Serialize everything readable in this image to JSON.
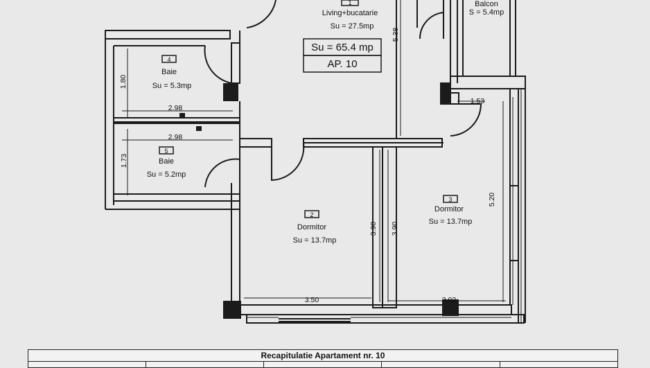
{
  "plan": {
    "apartment_area": "Su = 65.4 mp",
    "apartment_label": "AP. 10",
    "rooms": [
      {
        "number": "1",
        "name": "Living+bucatarie",
        "area": "Su = 27.5mp"
      },
      {
        "number": "2",
        "name": "Dormitor",
        "area": "Su = 13.7mp"
      },
      {
        "number": "3",
        "name": "Dormitor",
        "area": "Su = 13.7mp"
      },
      {
        "number": "4",
        "name": "Baie",
        "area": "Su = 5.3mp"
      },
      {
        "number": "5",
        "name": "Baie",
        "area": "Su = 5.2mp"
      },
      {
        "number": "",
        "name": "Balcon",
        "area": "S = 5.4mp"
      }
    ],
    "dimensions": {
      "living_height": "5.38",
      "bath4_height": "1.80",
      "bath4_width": "2.98",
      "bath5_width": "2.98",
      "bath5_height": "1.73",
      "room3_top_width": "1.53",
      "room3_height": "5.20",
      "room2_height": "3.90",
      "room3_left_height": "3.90",
      "room2_width": "3.50",
      "room3_width": "3.02"
    }
  },
  "summary": {
    "title": "Recapitulatie Apartament nr. 10"
  }
}
